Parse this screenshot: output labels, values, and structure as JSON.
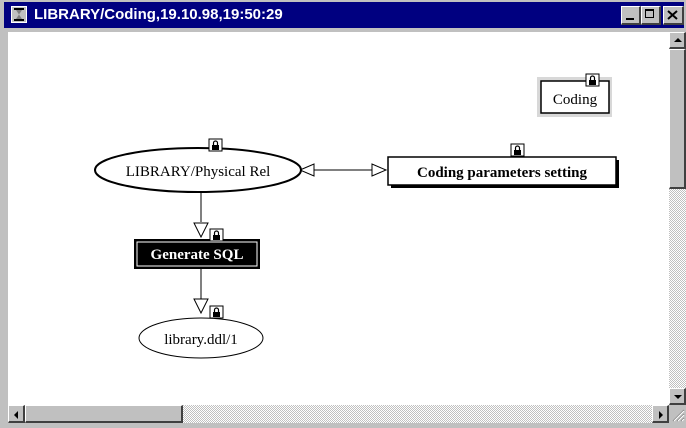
{
  "window": {
    "title": "LIBRARY/Coding,19.10.98,19:50:29",
    "controls": [
      "minimize",
      "maximize",
      "close"
    ]
  },
  "diagram": {
    "nodes": {
      "coding": "Coding",
      "physical_rel": "LIBRARY/Physical Rel",
      "coding_params": "Coding parameters setting",
      "generate_sql": "Generate SQL",
      "library_ddl": "library.ddl/1"
    }
  },
  "icons": {
    "app": "app-icon",
    "lock": "lock-icon",
    "minimize": "minimize-icon",
    "maximize": "maximize-icon",
    "close": "close-icon"
  }
}
